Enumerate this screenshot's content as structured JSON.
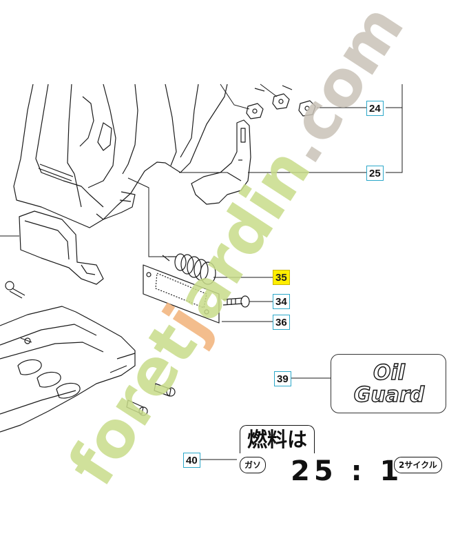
{
  "callouts": [
    {
      "id": "24",
      "label": "24",
      "highlight": false
    },
    {
      "id": "25",
      "label": "25",
      "highlight": false
    },
    {
      "id": "35",
      "label": "35",
      "highlight": true
    },
    {
      "id": "34",
      "label": "34",
      "highlight": false
    },
    {
      "id": "36",
      "label": "36",
      "highlight": false
    },
    {
      "id": "39",
      "label": "39",
      "highlight": false
    },
    {
      "id": "40",
      "label": "40",
      "highlight": false
    }
  ],
  "decal_39": {
    "line1": "Oil",
    "line2": "Guard"
  },
  "decal_40": {
    "title": "燃料は",
    "left_pill": "ガソ",
    "ratio": "25 : 1",
    "right_pill": "2サイクル"
  },
  "watermark": {
    "text": "foretjardin.com",
    "colors": {
      "foret": "#c8dc8a",
      "j": "#f2b27a",
      "ardin": "#c8dc8a",
      "com": "#c9c3b8"
    }
  },
  "colors": {
    "callout_border": "#2aa7c9",
    "highlight": "#ffee00",
    "line": "#1a1a1a"
  }
}
